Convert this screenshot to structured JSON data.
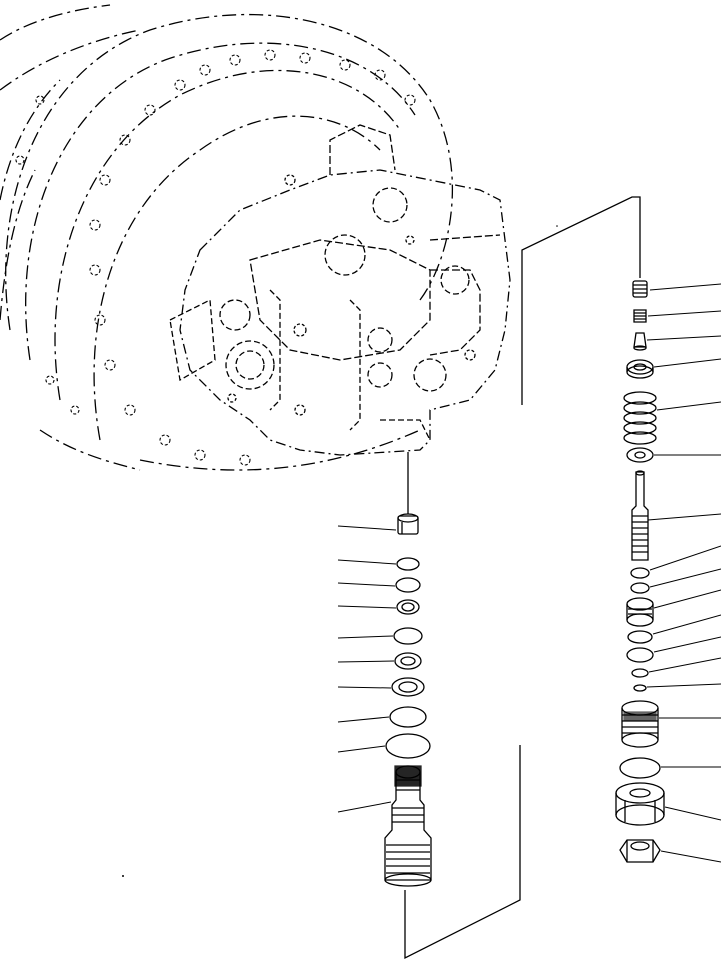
{
  "diagram": {
    "kind": "exploded-parts-view",
    "line_color": "#000000",
    "background": "#ffffff",
    "left_stack_parts": [
      {
        "part": "plug"
      },
      {
        "part": "o-ring"
      },
      {
        "part": "o-ring"
      },
      {
        "part": "backup-ring"
      },
      {
        "part": "o-ring"
      },
      {
        "part": "backup-ring"
      },
      {
        "part": "backup-ring"
      },
      {
        "part": "o-ring"
      },
      {
        "part": "o-ring"
      },
      {
        "part": "valve-cartridge"
      }
    ],
    "right_stack_parts": [
      {
        "part": "spring-cap"
      },
      {
        "part": "spring"
      },
      {
        "part": "poppet"
      },
      {
        "part": "seat"
      },
      {
        "part": "spring"
      },
      {
        "part": "retainer"
      },
      {
        "part": "spool"
      },
      {
        "part": "o-ring"
      },
      {
        "part": "o-ring"
      },
      {
        "part": "sleeve"
      },
      {
        "part": "o-ring"
      },
      {
        "part": "o-ring"
      },
      {
        "part": "o-ring"
      },
      {
        "part": "o-ring"
      },
      {
        "part": "valve-body"
      },
      {
        "part": "o-ring"
      },
      {
        "part": "cap"
      },
      {
        "part": "hex-nut"
      }
    ]
  }
}
